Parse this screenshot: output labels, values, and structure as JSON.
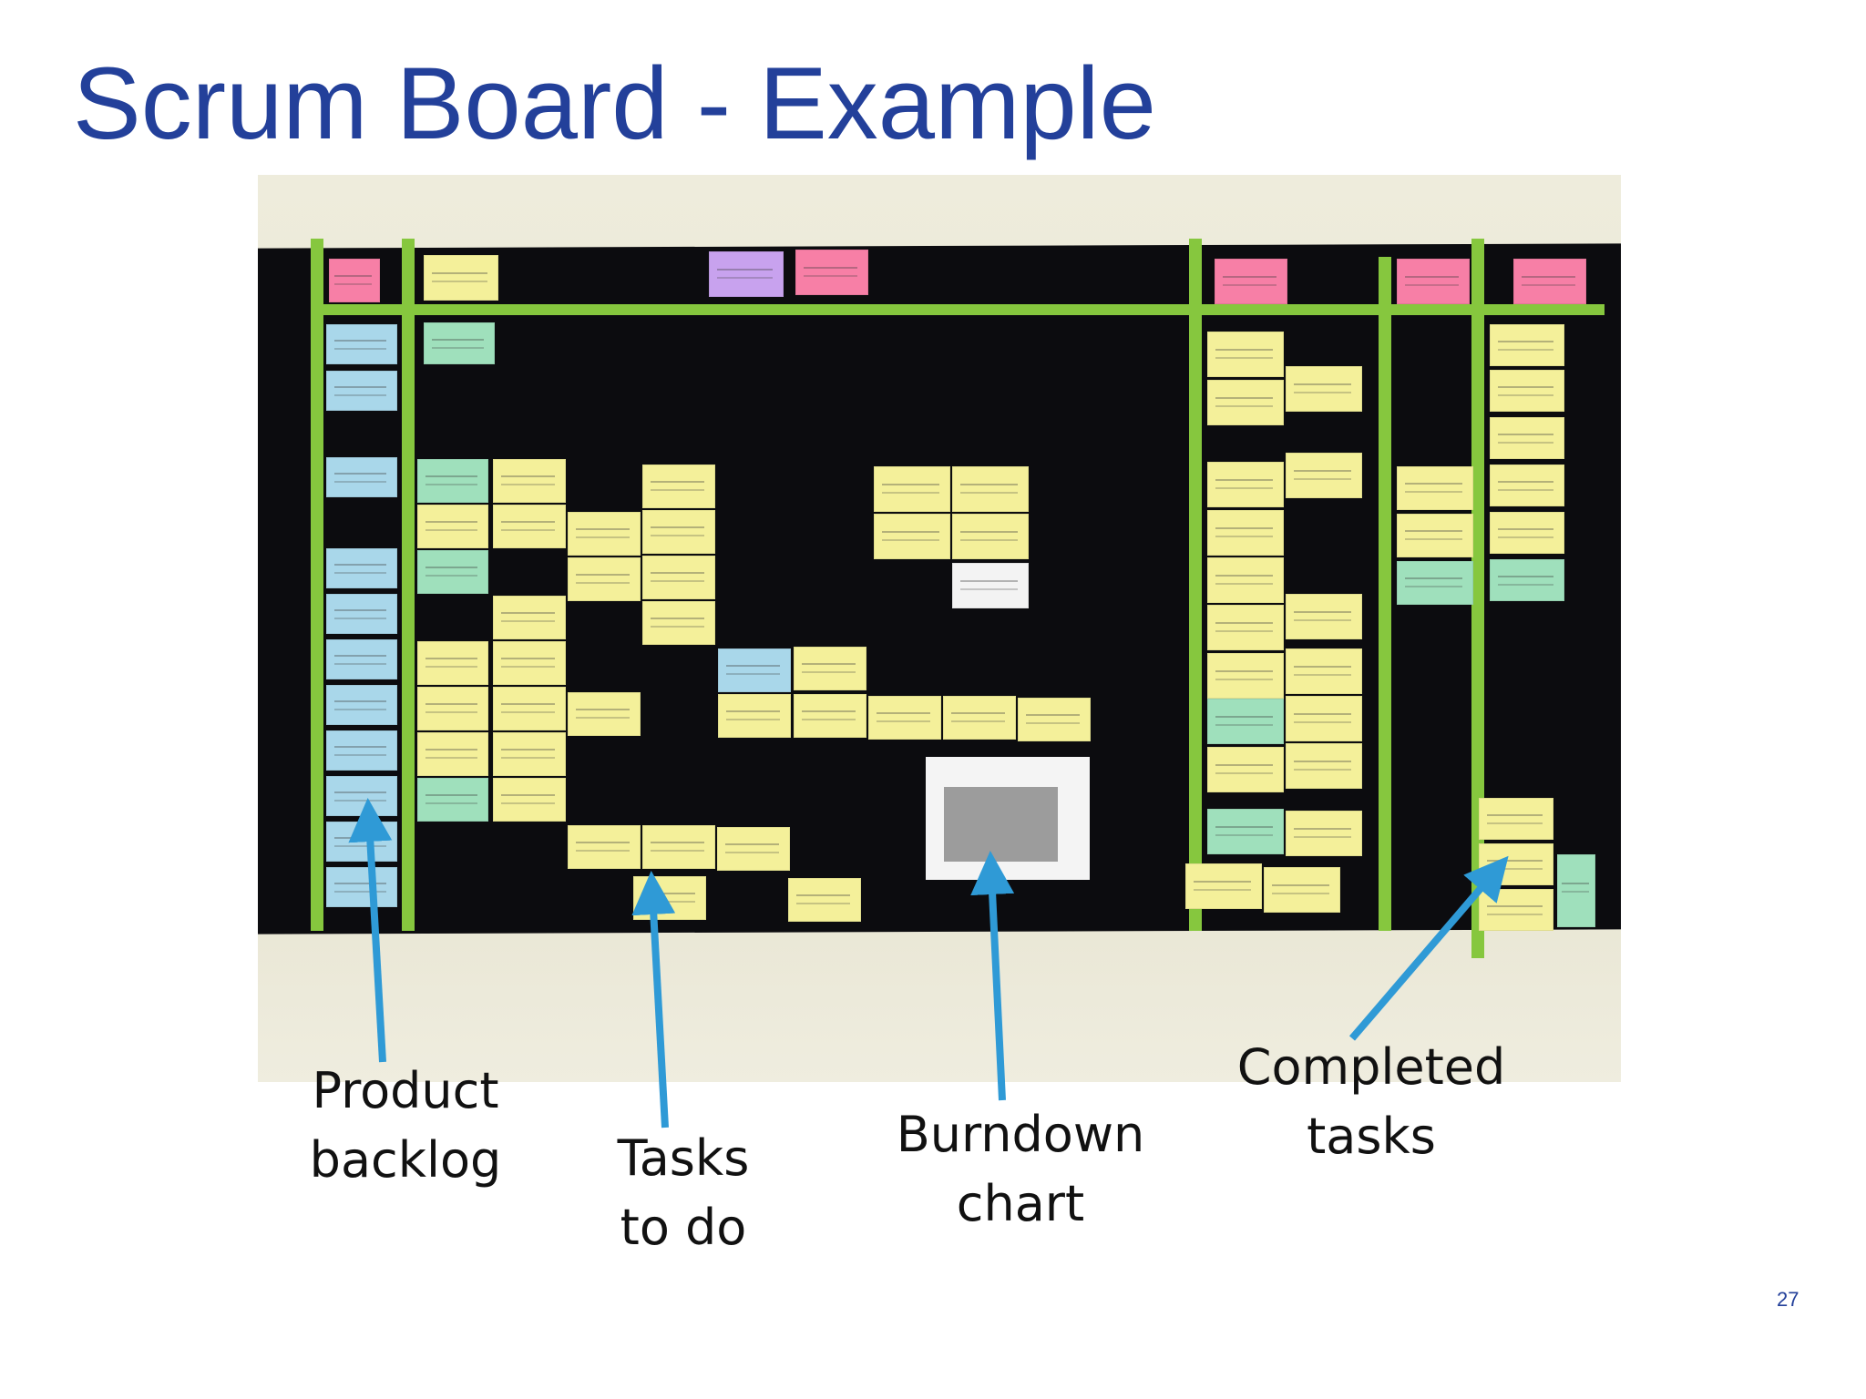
{
  "slide": {
    "title": "Scrum Board - Example",
    "page_number": "27"
  },
  "captions": {
    "product_backlog": "Product\nbacklog",
    "tasks_to_do": "Tasks\nto do",
    "burndown_chart": "Burndown\nchart",
    "completed_tasks": "Completed\ntasks"
  },
  "colors": {
    "title": "#23409a",
    "board": "#0c0c0f",
    "tape": "#86c73e",
    "sticky_yellow": "#f4f09a",
    "sticky_blue": "#a9d7ea",
    "sticky_green": "#9fe0bc",
    "sticky_pink": "#f77fa6",
    "arrow": "#2f9ad6"
  }
}
